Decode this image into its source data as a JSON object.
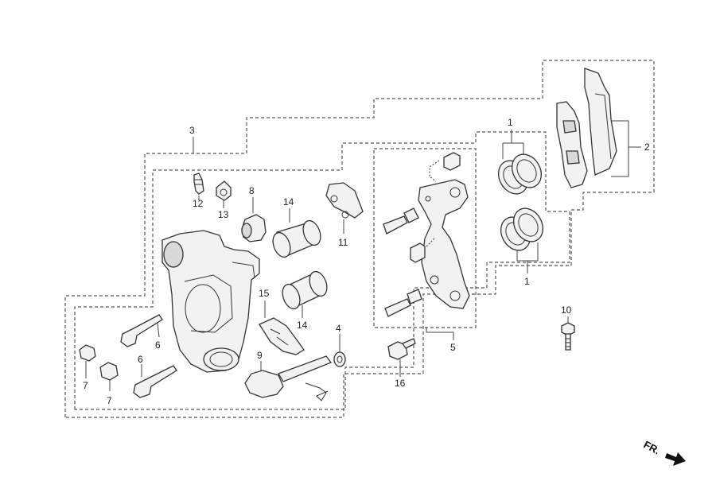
{
  "diagram": {
    "callouts": {
      "c1a": "1",
      "c1b": "1",
      "c2": "2",
      "c3": "3",
      "c4": "4",
      "c5": "5",
      "c6a": "6",
      "c6b": "6",
      "c7a": "7",
      "c7b": "7",
      "c8": "8",
      "c9": "9",
      "c10": "10",
      "c11": "11",
      "c12": "12",
      "c13": "13",
      "c14a": "14",
      "c14b": "14",
      "c15": "15",
      "c16": "16"
    },
    "direction_label": "FR."
  }
}
